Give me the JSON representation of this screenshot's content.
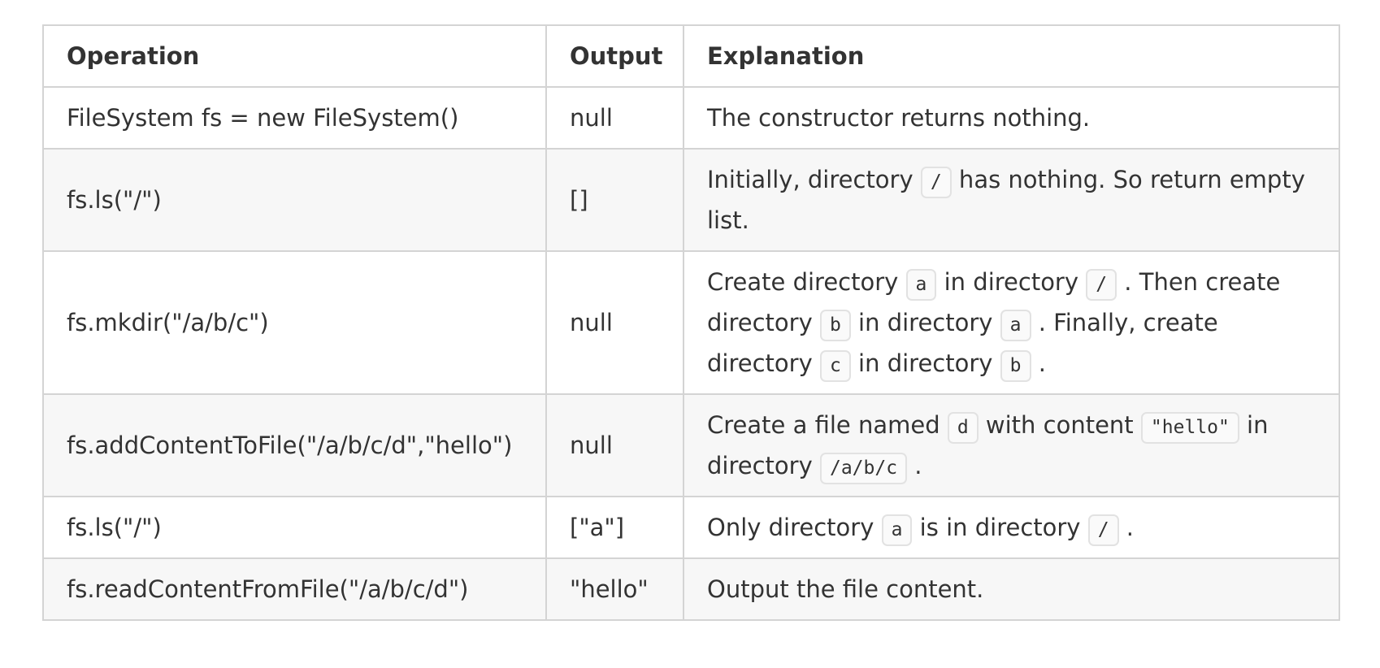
{
  "theme": {
    "border_color": "#d4d4d4",
    "stripe_color": "#f7f7f7",
    "text_color": "#333333",
    "code_badge_bg": "#fafafa",
    "code_badge_border": "#e2e2e2",
    "page_bg": "#ffffff"
  },
  "table": {
    "headers": [
      {
        "label": "Operation"
      },
      {
        "label": "Output"
      },
      {
        "label": "Explanation"
      }
    ],
    "rows": [
      {
        "operation": "FileSystem fs = new FileSystem()",
        "output": "null",
        "explanation": [
          {
            "type": "text",
            "value": "The constructor returns nothing."
          }
        ]
      },
      {
        "operation": "fs.ls(\"/\")",
        "output": "[]",
        "explanation": [
          {
            "type": "text",
            "value": "Initially, directory "
          },
          {
            "type": "code",
            "value": "/"
          },
          {
            "type": "text",
            "value": " has nothing. So return empty list."
          }
        ]
      },
      {
        "operation": "fs.mkdir(\"/a/b/c\")",
        "output": "null",
        "explanation": [
          {
            "type": "text",
            "value": "Create directory "
          },
          {
            "type": "code",
            "value": "a"
          },
          {
            "type": "text",
            "value": " in directory "
          },
          {
            "type": "code",
            "value": "/"
          },
          {
            "type": "text",
            "value": " . Then create directory "
          },
          {
            "type": "code",
            "value": "b"
          },
          {
            "type": "text",
            "value": " in directory "
          },
          {
            "type": "code",
            "value": "a"
          },
          {
            "type": "text",
            "value": " . Finally, create directory "
          },
          {
            "type": "code",
            "value": "c"
          },
          {
            "type": "text",
            "value": " in directory "
          },
          {
            "type": "code",
            "value": "b"
          },
          {
            "type": "text",
            "value": " ."
          }
        ]
      },
      {
        "operation": "fs.addContentToFile(\"/a/b/c/d\",\"hello\")",
        "output": "null",
        "explanation": [
          {
            "type": "text",
            "value": "Create a file named "
          },
          {
            "type": "code",
            "value": "d"
          },
          {
            "type": "text",
            "value": " with content "
          },
          {
            "type": "code",
            "value": "\"hello\""
          },
          {
            "type": "text",
            "value": " in directory "
          },
          {
            "type": "code",
            "value": "/a/b/c"
          },
          {
            "type": "text",
            "value": " ."
          }
        ]
      },
      {
        "operation": "fs.ls(\"/\")",
        "output": "[\"a\"]",
        "explanation": [
          {
            "type": "text",
            "value": "Only directory "
          },
          {
            "type": "code",
            "value": "a"
          },
          {
            "type": "text",
            "value": " is in directory "
          },
          {
            "type": "code",
            "value": "/"
          },
          {
            "type": "text",
            "value": " ."
          }
        ]
      },
      {
        "operation": "fs.readContentFromFile(\"/a/b/c/d\")",
        "output": "\"hello\"",
        "explanation": [
          {
            "type": "text",
            "value": "Output the file content."
          }
        ]
      }
    ]
  }
}
